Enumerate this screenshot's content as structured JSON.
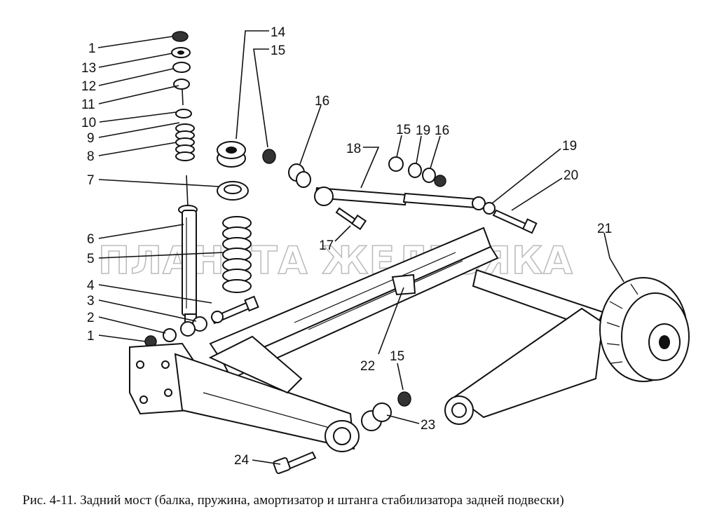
{
  "watermark": "ПЛАНЕТА ЖЕЛЕЗЯКА",
  "caption": "Рис. 4-11. Задний мост (балка, пружина, амортизатор и штанга стабилизатора задней подвески)",
  "callouts": [
    {
      "id": "c1a",
      "text": "1"
    },
    {
      "id": "c13",
      "text": "13"
    },
    {
      "id": "c12",
      "text": "12"
    },
    {
      "id": "c11",
      "text": "11"
    },
    {
      "id": "c10",
      "text": "10"
    },
    {
      "id": "c9",
      "text": "9"
    },
    {
      "id": "c8",
      "text": "8"
    },
    {
      "id": "c7",
      "text": "7"
    },
    {
      "id": "c6",
      "text": "6"
    },
    {
      "id": "c5",
      "text": "5"
    },
    {
      "id": "c4",
      "text": "4"
    },
    {
      "id": "c3",
      "text": "3"
    },
    {
      "id": "c2",
      "text": "2"
    },
    {
      "id": "c1b",
      "text": "1"
    },
    {
      "id": "c14",
      "text": "14"
    },
    {
      "id": "c15a",
      "text": "15"
    },
    {
      "id": "c16a",
      "text": "16"
    },
    {
      "id": "c18",
      "text": "18"
    },
    {
      "id": "c15b",
      "text": "15"
    },
    {
      "id": "c19a",
      "text": "19"
    },
    {
      "id": "c16b",
      "text": "16"
    },
    {
      "id": "c19b",
      "text": "19"
    },
    {
      "id": "c20",
      "text": "20"
    },
    {
      "id": "c17",
      "text": "17"
    },
    {
      "id": "c21",
      "text": "21"
    },
    {
      "id": "c22",
      "text": "22"
    },
    {
      "id": "c15c",
      "text": "15"
    },
    {
      "id": "c23",
      "text": "23"
    },
    {
      "id": "c24",
      "text": "24"
    }
  ]
}
